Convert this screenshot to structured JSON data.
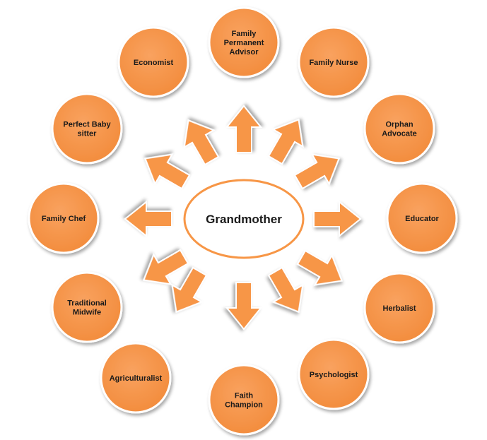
{
  "colors": {
    "circle_fill": "#F79646",
    "circle_stroke": "#FFFFFF",
    "arrow_fill": "#F79646",
    "arrow_stroke": "#FFFFFF",
    "ellipse_fill": "#FFFFFF",
    "ellipse_stroke": "#F79646",
    "text": "#1A1A1A"
  },
  "center": {
    "label": "Grandmother"
  },
  "roles": [
    {
      "id": "family-permanent-advisor",
      "lines": [
        "Family",
        "Permanent",
        "Advisor"
      ]
    },
    {
      "id": "family-nurse",
      "lines": [
        "Family Nurse"
      ]
    },
    {
      "id": "orphan-advocate",
      "lines": [
        "Orphan",
        "Advocate"
      ]
    },
    {
      "id": "educator",
      "lines": [
        "Educator"
      ]
    },
    {
      "id": "herbalist",
      "lines": [
        "Herbalist"
      ]
    },
    {
      "id": "psychologist",
      "lines": [
        "Psychologist"
      ]
    },
    {
      "id": "faith-champion",
      "lines": [
        "Faith",
        "Champion"
      ]
    },
    {
      "id": "agriculturalist",
      "lines": [
        "Agriculturalist"
      ]
    },
    {
      "id": "traditional-midwife",
      "lines": [
        "Traditional",
        "Midwife"
      ]
    },
    {
      "id": "family-chef",
      "lines": [
        "Family Chef"
      ]
    },
    {
      "id": "perfect-baby-sitter",
      "lines": [
        "Perfect Baby",
        "sitter"
      ]
    },
    {
      "id": "economist",
      "lines": [
        "Economist"
      ]
    }
  ]
}
